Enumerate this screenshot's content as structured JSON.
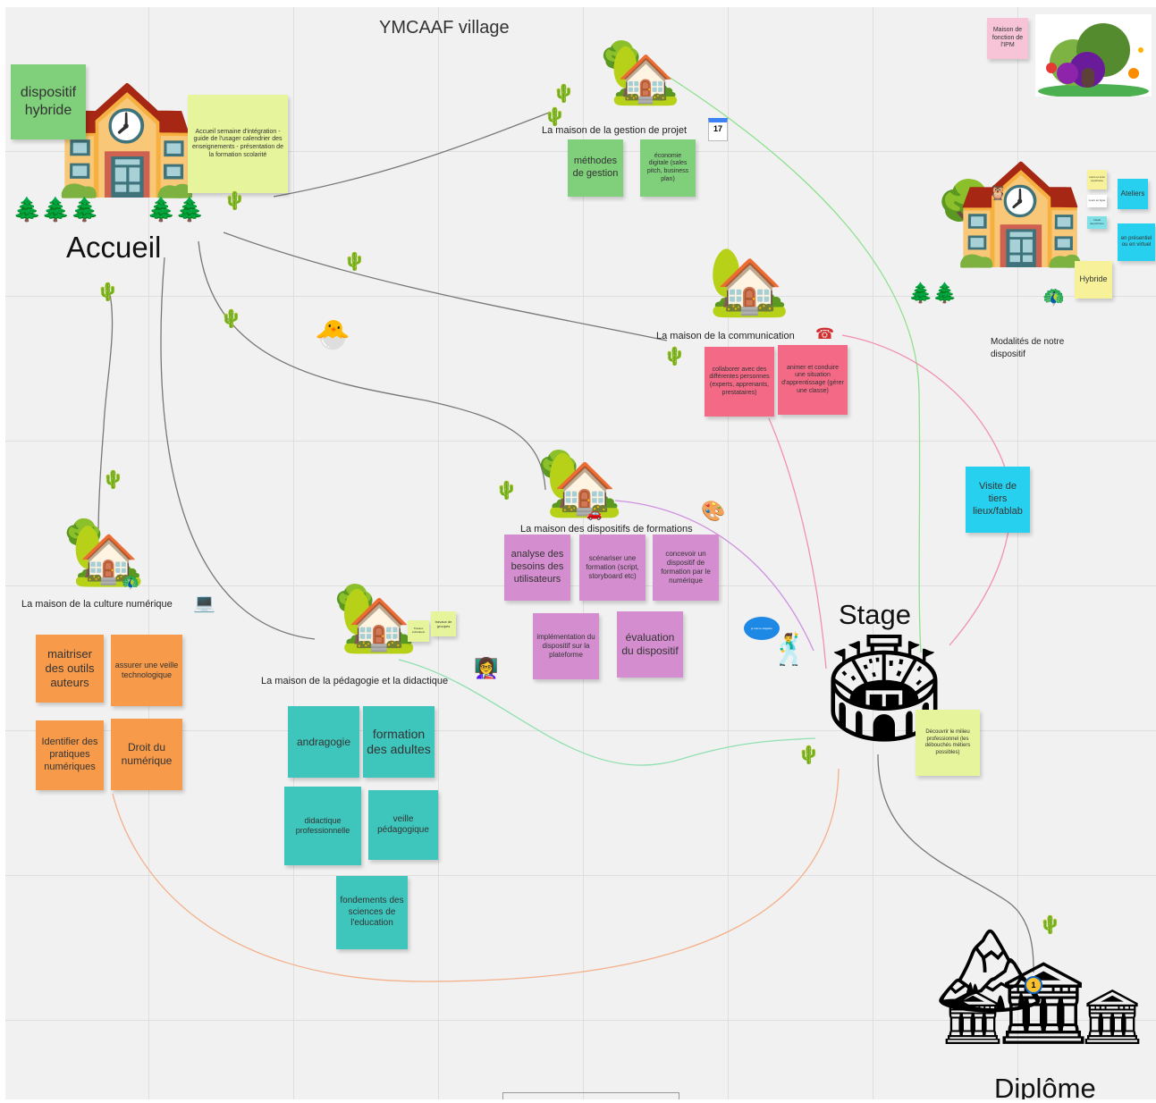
{
  "board": {
    "title": "YMCAAF village",
    "colors": {
      "background": "#f1f1f1",
      "green": "#7fcf7b",
      "yellow": "#e6f59b",
      "pink": "#f46a86",
      "purple": "#d48ed0",
      "teal": "#3ec6bd",
      "orange": "#f79a4a",
      "cyan": "#27d0ef",
      "lightpink": "#f6c4d6",
      "lightyellow": "#f7f29a"
    }
  },
  "accueil": {
    "label": "Accueil",
    "dispositif_note": "dispositif hybride",
    "integration_note": "Accueil semaine d'intégration - guide de l'usager calendrier des enseignements - présentation de la formation scolarité"
  },
  "gestion_projet": {
    "label": "La maison de la gestion de projet",
    "calendar_icon_text": "17",
    "notes": [
      "méthodes de gestion",
      "économie digitale (sales pitch, business plan)"
    ]
  },
  "communication": {
    "label": "La maison de la communication",
    "notes": [
      "collaborer avec des différentes personnes (experts, apprenants, prestataires)",
      "animer et conduire une situation d'apprentissage (gérer une classe)"
    ]
  },
  "dispositifs": {
    "label": "La maison des dispositifs de formations",
    "notes": [
      "analyse des besoins des utilisateurs",
      "scénariser une formation (script, storyboard etc)",
      "concevoir un dispositif de formation par le numérique",
      "implémentation du dispositif sur la plateforme",
      "évaluation du dispositif"
    ]
  },
  "culture_numerique": {
    "label": "La maison de la culture numérique",
    "notes": [
      "maitriser des outils auteurs",
      "assurer une veille technologique",
      "Identifier des pratiques numériques",
      "Droit du numérique"
    ]
  },
  "pedagogie": {
    "label": "La maison de la pédagogie et la didactique",
    "small_notes": [
      "Travaux individuels",
      "travaux de groupes"
    ],
    "notes": [
      "andragogie",
      "formation des adultes",
      "didactique professionnelle",
      "veille pédagogique",
      "fondements des sciences de l'education"
    ]
  },
  "modalites": {
    "label": "Modalités de notre dispositif",
    "tiny_notes": [
      "cours et suivi synchrone",
      "cours en ligne",
      "travail asynchrone"
    ],
    "notes": [
      "Ateliers",
      "en présentiel ou en virtuel",
      "Hybride"
    ]
  },
  "fonction_ipm": {
    "note": "Maison de fonction de l'IPM"
  },
  "visite": {
    "note": "Visite de tiers lieux/fablab"
  },
  "stage": {
    "label": "Stage",
    "note": "Découvrir le milieu professionnel (les débouchés métiers possibles)",
    "bubble_text": "je suis le stagiaire"
  },
  "diplome": {
    "label": "Diplôme",
    "medal_text": "1"
  },
  "icons": [
    "school-icon",
    "house-icon",
    "cactus-icon",
    "hatching-chick-icon",
    "calendar-icon",
    "telephone-icon",
    "palette-icon",
    "laptop-icon",
    "teacher-icon",
    "stadium-icon",
    "classical-building-icon",
    "mountain-icon",
    "peacock-icon",
    "owl-icon",
    "speech-bubble-icon",
    "dancer-icon",
    "car-icon",
    "tree-icon"
  ]
}
